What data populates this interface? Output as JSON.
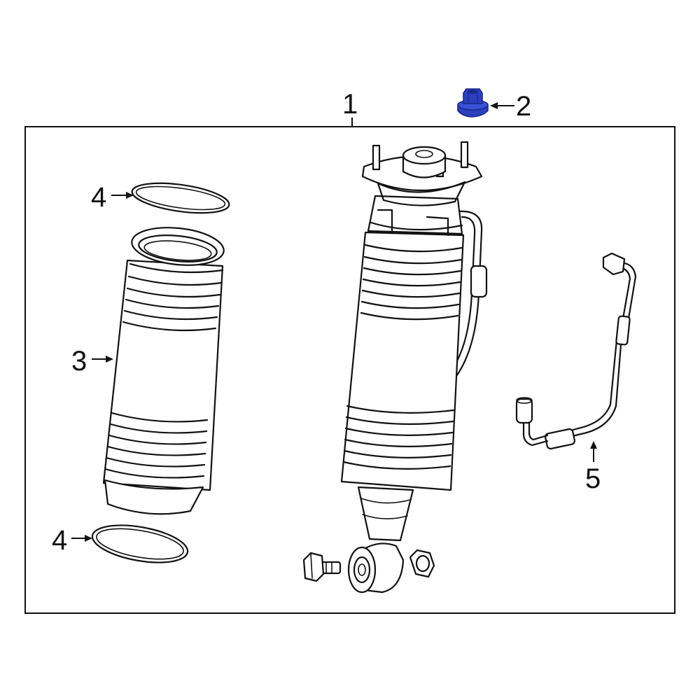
{
  "callouts": {
    "c1": "1",
    "c2": "2",
    "c3": "3",
    "c4a": "4",
    "c4b": "4",
    "c5": "5"
  },
  "colors": {
    "line": "#111111",
    "background": "#ffffff",
    "highlight_part": "#2b3fbf",
    "highlight_part_dark": "#1a2a8c"
  },
  "highlighted_part_callout": "2"
}
